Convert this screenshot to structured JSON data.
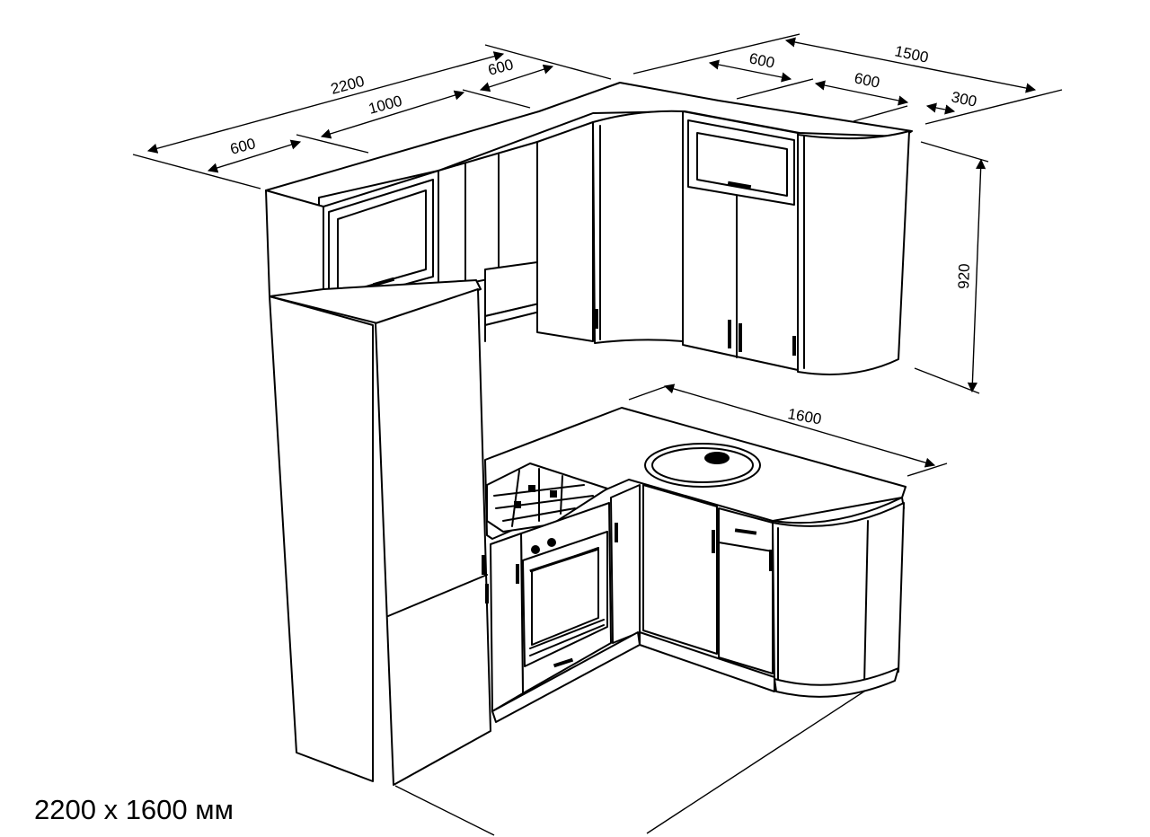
{
  "dimensions": {
    "top_total_left": "2200",
    "top_left_section": "600",
    "top_middle_section": "1000",
    "top_right_section": "600",
    "right_total": "1500",
    "right_first_section": "600",
    "right_second_section": "600",
    "right_end_section": "300",
    "upper_height": "920",
    "counter_length": "1600"
  },
  "caption": "2200 х 1600 мм"
}
